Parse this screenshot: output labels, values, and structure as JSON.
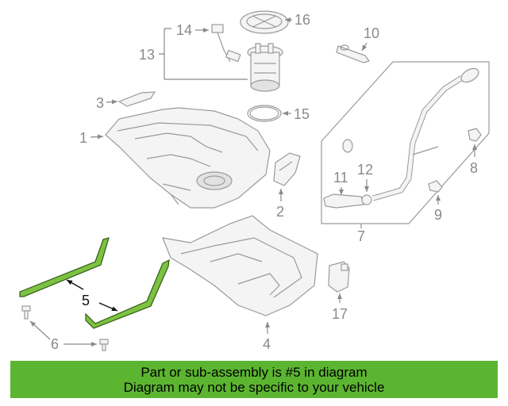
{
  "callouts": {
    "c1": "1",
    "c2": "2",
    "c3": "3",
    "c4": "4",
    "c5": "5",
    "c6": "6",
    "c7": "7",
    "c8": "8",
    "c9": "9",
    "c10": "10",
    "c11": "11",
    "c12": "12",
    "c13": "13",
    "c14": "14",
    "c15": "15",
    "c16": "16",
    "c17": "17"
  },
  "highlight": {
    "part": "5",
    "color": "#7dc242"
  },
  "banner": {
    "line1": "Part or sub-assembly is #5 in diagram",
    "line2": "Diagram may not be specific to your vehicle",
    "color": "#5cb531"
  }
}
